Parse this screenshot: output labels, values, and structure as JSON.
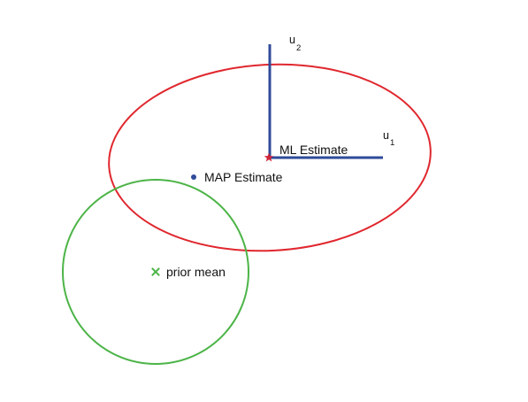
{
  "colors": {
    "likelihood_contour": "#e0272e",
    "prior_contour": "#4cb447",
    "axes": "#2f4b9a",
    "ml_marker": "#d0253a",
    "map_marker": "#2f4b9a",
    "prior_marker": "#4cb447",
    "text": "#111111"
  },
  "icons": {
    "ml_marker": "star-icon",
    "map_marker": "dot-icon",
    "prior_marker": "cross-icon"
  },
  "labels": {
    "ml": "ML Estimate",
    "map": "MAP Estimate",
    "prior": "prior mean",
    "u1": {
      "base": "u",
      "sub": "1"
    },
    "u2": {
      "base": "u",
      "sub": "2"
    }
  }
}
